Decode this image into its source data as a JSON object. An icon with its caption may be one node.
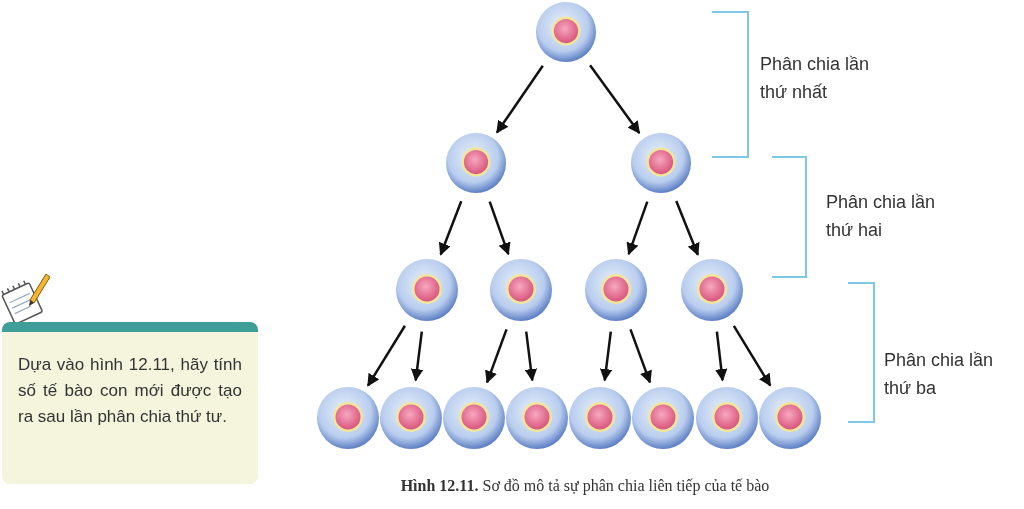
{
  "diagram": {
    "caption": "**Hình 12.11.** Sơ đồ mô tả sự phân chia liên tiếp của tế bào",
    "nodes": [
      {
        "text": [],
        "shape": "circle"
      },
      {
        "text": [],
        "shape": "circle"
      },
      {
        "text": [],
        "shape": "circle"
      },
      {
        "text": [],
        "shape": "circle"
      },
      {
        "text": [],
        "shape": "circle"
      },
      {
        "text": [],
        "shape": "circle"
      },
      {
        "text": [],
        "shape": "circle"
      },
      {
        "text": [],
        "shape": "circle"
      },
      {
        "text": [],
        "shape": "circle"
      },
      {
        "text": [],
        "shape": "circle"
      },
      {
        "text": [],
        "shape": "circle"
      },
      {
        "text": [],
        "shape": "circle"
      },
      {
        "text": [],
        "shape": "circle"
      },
      {
        "text": [],
        "shape": "circle"
      },
      {
        "text": [],
        "shape": "circle"
      },
      {
        "text": [
          "Dựa vào hình 12.11, hãy tính số tế bào con mới được tạo ra sau lần phân chia thứ tư."
        ]
      }
    ],
    "edges": [
      {
        "from": 0,
        "to": 1,
        "arrow": "to"
      },
      {
        "from": 0,
        "to": 2,
        "arrow": "to"
      },
      {
        "from": 1,
        "to": 3,
        "arrow": "to"
      },
      {
        "from": 1,
        "to": 4,
        "arrow": "to"
      },
      {
        "from": 2,
        "to": 5,
        "arrow": "to"
      },
      {
        "from": 2,
        "to": 6,
        "arrow": "to"
      },
      {
        "from": 3,
        "to": 7,
        "arrow": "to"
      },
      {
        "from": 3,
        "to": 8,
        "arrow": "to"
      },
      {
        "from": 4,
        "to": 9,
        "arrow": "to"
      },
      {
        "from": 4,
        "to": 10,
        "arrow": "to"
      },
      {
        "from": 5,
        "to": 11,
        "arrow": "to"
      },
      {
        "from": 5,
        "to": 12,
        "arrow": "to"
      },
      {
        "from": 6,
        "to": 13,
        "arrow": "to"
      },
      {
        "from": 6,
        "to": 14,
        "arrow": "to"
      }
    ],
    "labels": [
      "Phân chia lần thứ nhất",
      "Phân chia lần thứ hai",
      "Phân chia lần thứ ba"
    ]
  }
}
